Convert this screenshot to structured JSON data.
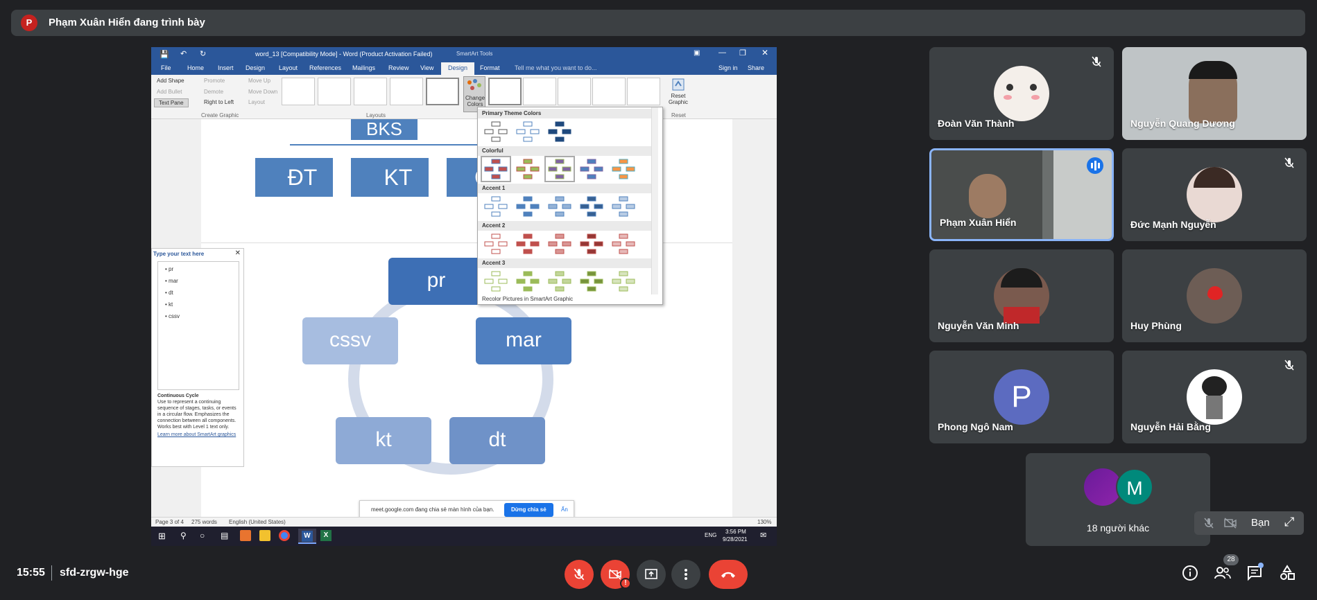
{
  "presenter": {
    "initial": "P",
    "text": "Phạm Xuân Hiển đang trình bày"
  },
  "word": {
    "title": "word_13 [Compatibility Mode] - Word (Product Activation Failed)",
    "tools_label": "SmartArt Tools",
    "tabs": [
      "File",
      "Home",
      "Insert",
      "Design",
      "Layout",
      "References",
      "Mailings",
      "Review",
      "View",
      "Design",
      "Format"
    ],
    "tell_me": "Tell me what you want to do...",
    "sign_in": "Sign in",
    "share": "Share",
    "create_graphic": {
      "add_shape": "Add Shape",
      "add_bullet": "Add Bullet",
      "text_pane": "Text Pane",
      "promote": "Promote",
      "demote": "Demote",
      "right_to_left": "Right to Left",
      "move_up": "Move Up",
      "move_down": "Move Down",
      "layout": "Layout",
      "group_label": "Create Graphic"
    },
    "layouts_label": "Layouts",
    "change_colors": "Change Colors",
    "reset_graphic": "Reset Graphic",
    "reset_label": "Reset",
    "org_boxes": [
      "BKS",
      "ĐT",
      "KT",
      "G"
    ],
    "cycle_nodes": [
      "pr",
      "mar",
      "dt",
      "kt",
      "cssv"
    ],
    "text_pane": {
      "title": "Type your text here",
      "items": [
        "pr",
        "mar",
        "dt",
        "kt",
        "cssv"
      ],
      "desc_title": "Continuous Cycle",
      "desc": "Use to represent a continuing sequence of stages, tasks, or events in a circular flow. Emphasizes the connection between all components. Works best with Level 1 text only.",
      "link": "Learn more about SmartArt graphics"
    },
    "colors_panel": {
      "sections": [
        "Primary Theme Colors",
        "Colorful",
        "Accent 1",
        "Accent 2",
        "Accent 3"
      ],
      "footer": "Recolor Pictures in SmartArt Graphic"
    },
    "status": {
      "page": "Page 3 of 4",
      "words": "275 words",
      "lang": "English (United States)",
      "zoom": "130%"
    },
    "share_notice": {
      "text": "meet.google.com đang chia sẻ màn hình của bạn.",
      "stop": "Dừng chia sẻ",
      "hide": "Ẩn"
    },
    "taskbar": {
      "lang": "ENG",
      "time": "3:56 PM",
      "date": "9/28/2021"
    }
  },
  "participants": [
    {
      "name": "Đoàn Văn Thành",
      "muted": true
    },
    {
      "name": "Nguyễn Quang Dương",
      "muted": false
    },
    {
      "name": "Phạm Xuân Hiển",
      "muted": false
    },
    {
      "name": "Đức Mạnh Nguyễn",
      "muted": true
    },
    {
      "name": "Nguyễn Văn Minh",
      "muted": false
    },
    {
      "name": "Huy Phùng",
      "muted": false
    },
    {
      "name": "Phong Ngô Nam",
      "muted": false,
      "initial": "P"
    },
    {
      "name": "Nguyễn Hải Bằng",
      "muted": true
    }
  ],
  "others": {
    "initial": "M",
    "label": "18 người khác"
  },
  "self_tile": {
    "label": "Bạn"
  },
  "footer": {
    "time": "15:55",
    "code": "sfd-zrgw-hge",
    "people_count": "28"
  },
  "colors": {
    "accent_blue": "#4285f4",
    "leave_red": "#ea4335",
    "word_blue": "#2b579a",
    "smart_blue": "#4f81bd"
  }
}
